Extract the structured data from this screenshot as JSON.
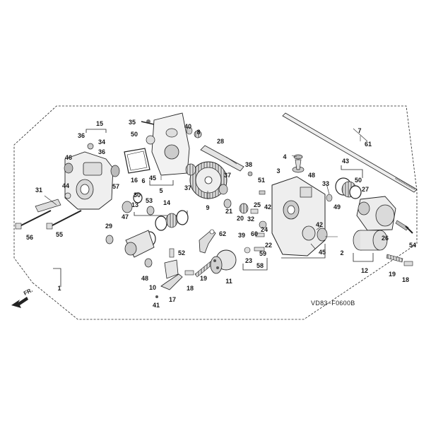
{
  "diagram_code": "VD83−F0600B",
  "direction_label": "FR.",
  "part_labels": [
    "1",
    "2",
    "3",
    "4",
    "5",
    "6",
    "7",
    "8",
    "9",
    "10",
    "11",
    "12",
    "13",
    "14",
    "15",
    "16",
    "17",
    "18",
    "18",
    "19",
    "19",
    "20",
    "21",
    "22",
    "23",
    "24",
    "25",
    "26",
    "27",
    "28",
    "29",
    "30",
    "31",
    "32",
    "33",
    "34",
    "35",
    "36",
    "36",
    "37",
    "37",
    "38",
    "39",
    "40",
    "41",
    "42",
    "42",
    "43",
    "44",
    "45",
    "45",
    "46",
    "47",
    "48",
    "48",
    "49",
    "50",
    "50",
    "51",
    "52",
    "53",
    "54",
    "55",
    "56",
    "57",
    "58",
    "59",
    "60",
    "61",
    "62"
  ],
  "colors": {
    "line": "#1a1a1a",
    "part_fill": "#e6e6e6",
    "part_dark": "#8a8a8a",
    "background": "#ffffff"
  }
}
